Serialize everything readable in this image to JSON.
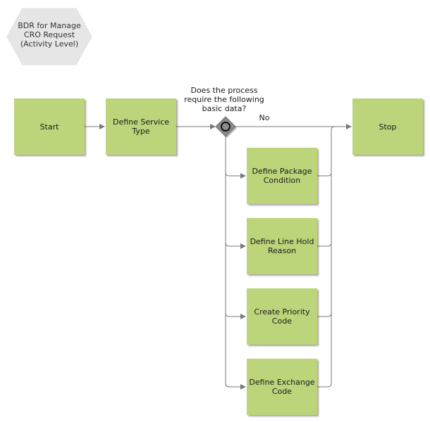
{
  "title_shape": {
    "line1": "BDR for Manage",
    "line2": "CRO Request",
    "line3": "(Activity Level)"
  },
  "nodes": {
    "start": "Start",
    "define_service_type": "Define Service Type",
    "stop": "Stop",
    "define_package_condition": "Define Package Condition",
    "define_line_hold_reason": "Define Line Hold Reason",
    "create_priority_code": "Create Priority Code",
    "define_exchange_code": "Define Exchange Code"
  },
  "gateway": {
    "question_line1": "Does the process",
    "question_line2": "require the following",
    "question_line3": "basic data?",
    "no_label": "No"
  },
  "colors": {
    "task_fill": "#bcd47a",
    "hexagon_fill": "#e6e6e6",
    "gateway_fill": "#8c8c8c",
    "connector": "#7a7a7a"
  }
}
